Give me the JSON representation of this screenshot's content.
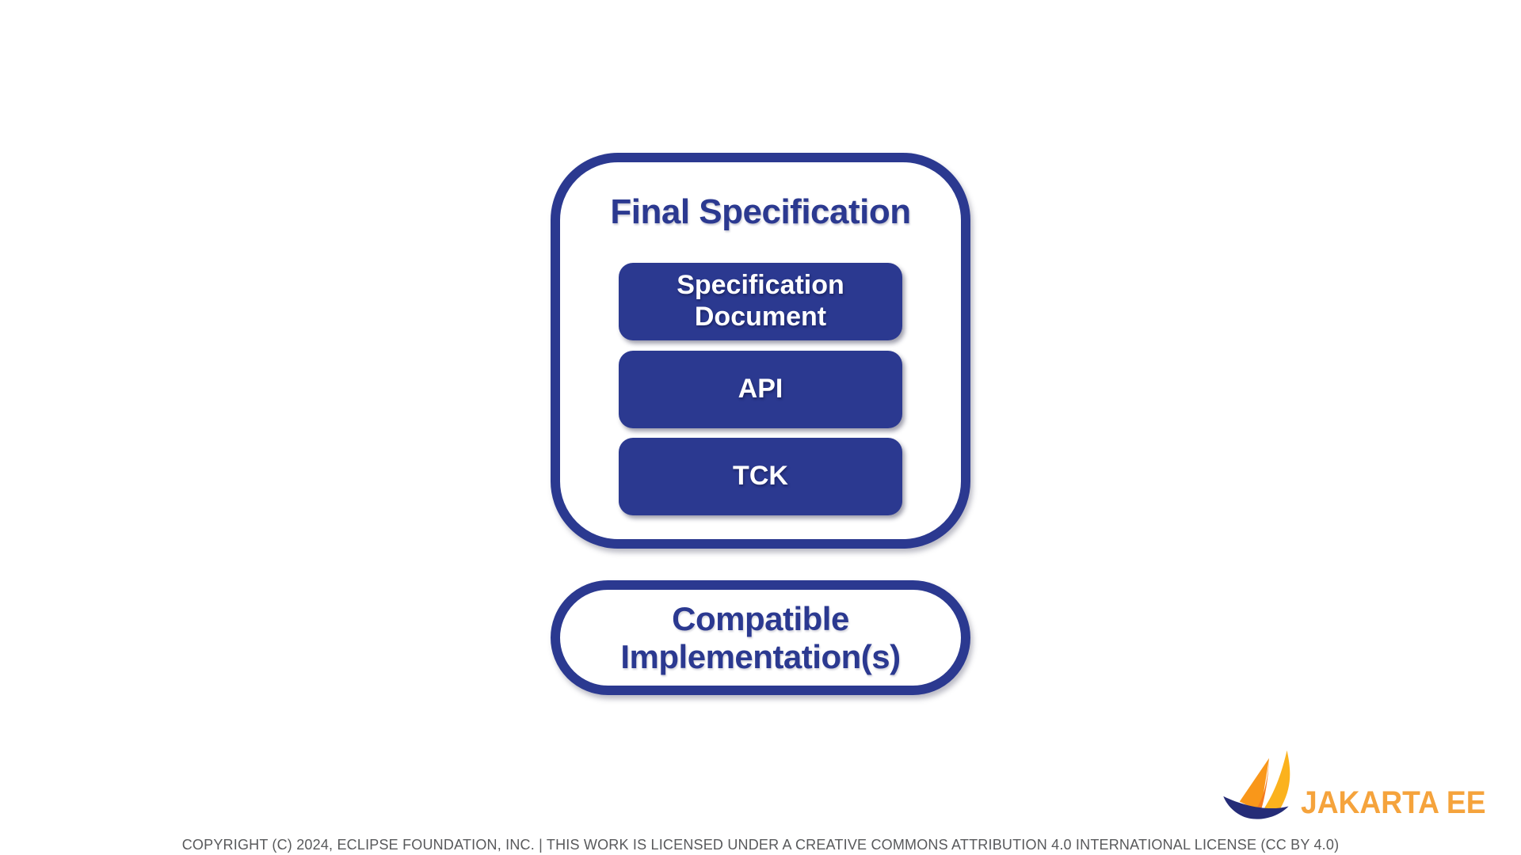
{
  "slide": {
    "spec_group": {
      "title": "Final Specification",
      "boxes": [
        {
          "label": "Specification Document"
        },
        {
          "label": "API"
        },
        {
          "label": "TCK"
        }
      ]
    },
    "pill": {
      "label": "Compatible Implementation(s)"
    },
    "branding": {
      "wordmark": "JAKARTA EE",
      "icon": "jakarta-ee-sailboat-icon"
    },
    "footer": {
      "copyright": "COPYRIGHT (C) 2024, ECLIPSE FOUNDATION, INC. | THIS WORK IS LICENSED UNDER A CREATIVE COMMONS ATTRIBUTION 4.0 INTERNATIONAL LICENSE (CC BY 4.0)"
    }
  },
  "colors": {
    "primary_blue": "#2B3990",
    "text_white": "#FFFFFF",
    "copyright_gray": "#58595B",
    "wordmark_orange": "#F5A33C",
    "sail_orange": "#F47B20",
    "sail_mid_orange": "#F9971A",
    "sail_yellow": "#FBB21D",
    "hull_navy": "#252C77"
  }
}
